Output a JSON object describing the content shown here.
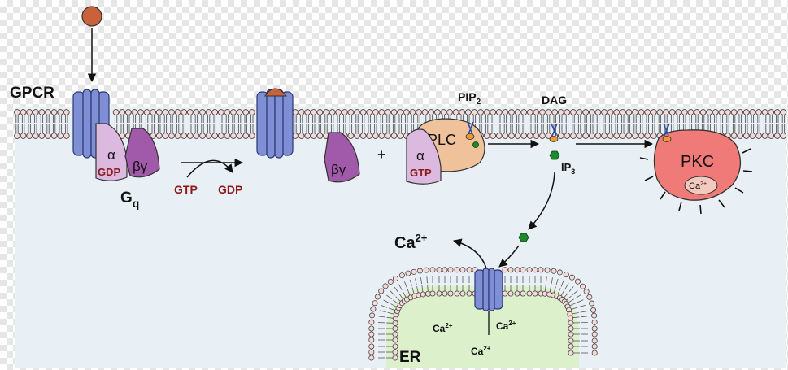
{
  "labels": {
    "gpcr": "GPCR",
    "gq_main": "G",
    "gq_sub": "q",
    "alpha": "α",
    "gdp": "GDP",
    "beta_gamma": "βγ",
    "gtp_in": "GTP",
    "gdp_out": "GDP",
    "plus": "+",
    "plc": "PLC",
    "gtp": "GTP",
    "pip_main": "PIP",
    "pip_sub": "2",
    "dag": "DAG",
    "ip_main": "IP",
    "ip_sub": "3",
    "pkc": "PKC",
    "ca_main": "Ca",
    "ca_sup": "2+",
    "er": "ER"
  },
  "colors": {
    "cytoplasm": "#e9f0f5",
    "er_lumen": "#ddf0cc",
    "lipid_head": "#f6dada",
    "receptor": "#7f8fd6",
    "ligand": "#c9623b",
    "alpha_subunit": "#dcb9df",
    "beta_gamma": "#a05aa9",
    "plc": "#efc29c",
    "pkc": "#f07a78",
    "ip3": "#1d8a2e",
    "dark_red": "#8b1a1a"
  }
}
